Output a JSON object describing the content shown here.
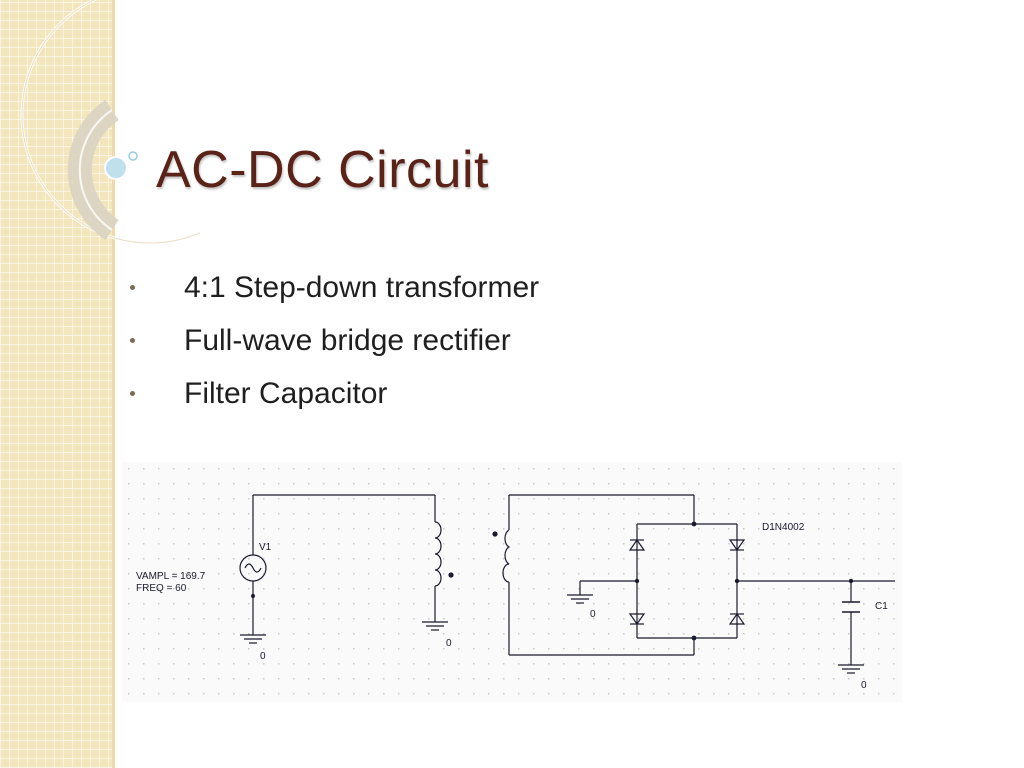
{
  "slide": {
    "title": "AC-DC Circuit",
    "bullets": [
      "4:1 Step-down transformer",
      "Full-wave bridge rectifier",
      "Filter Capacitor"
    ]
  },
  "schematic": {
    "source": {
      "name": "V1",
      "vampl": "VAMPL = 169.7",
      "freq": "FREQ = 60"
    },
    "diode_model": "D1N4002",
    "capacitor": "C1",
    "ground_label": "0"
  },
  "colors": {
    "title": "#5b2218",
    "sidebar": "#f3e6bd",
    "wire": "#1a1a2e",
    "grid_dot": "#c8c8c8"
  }
}
